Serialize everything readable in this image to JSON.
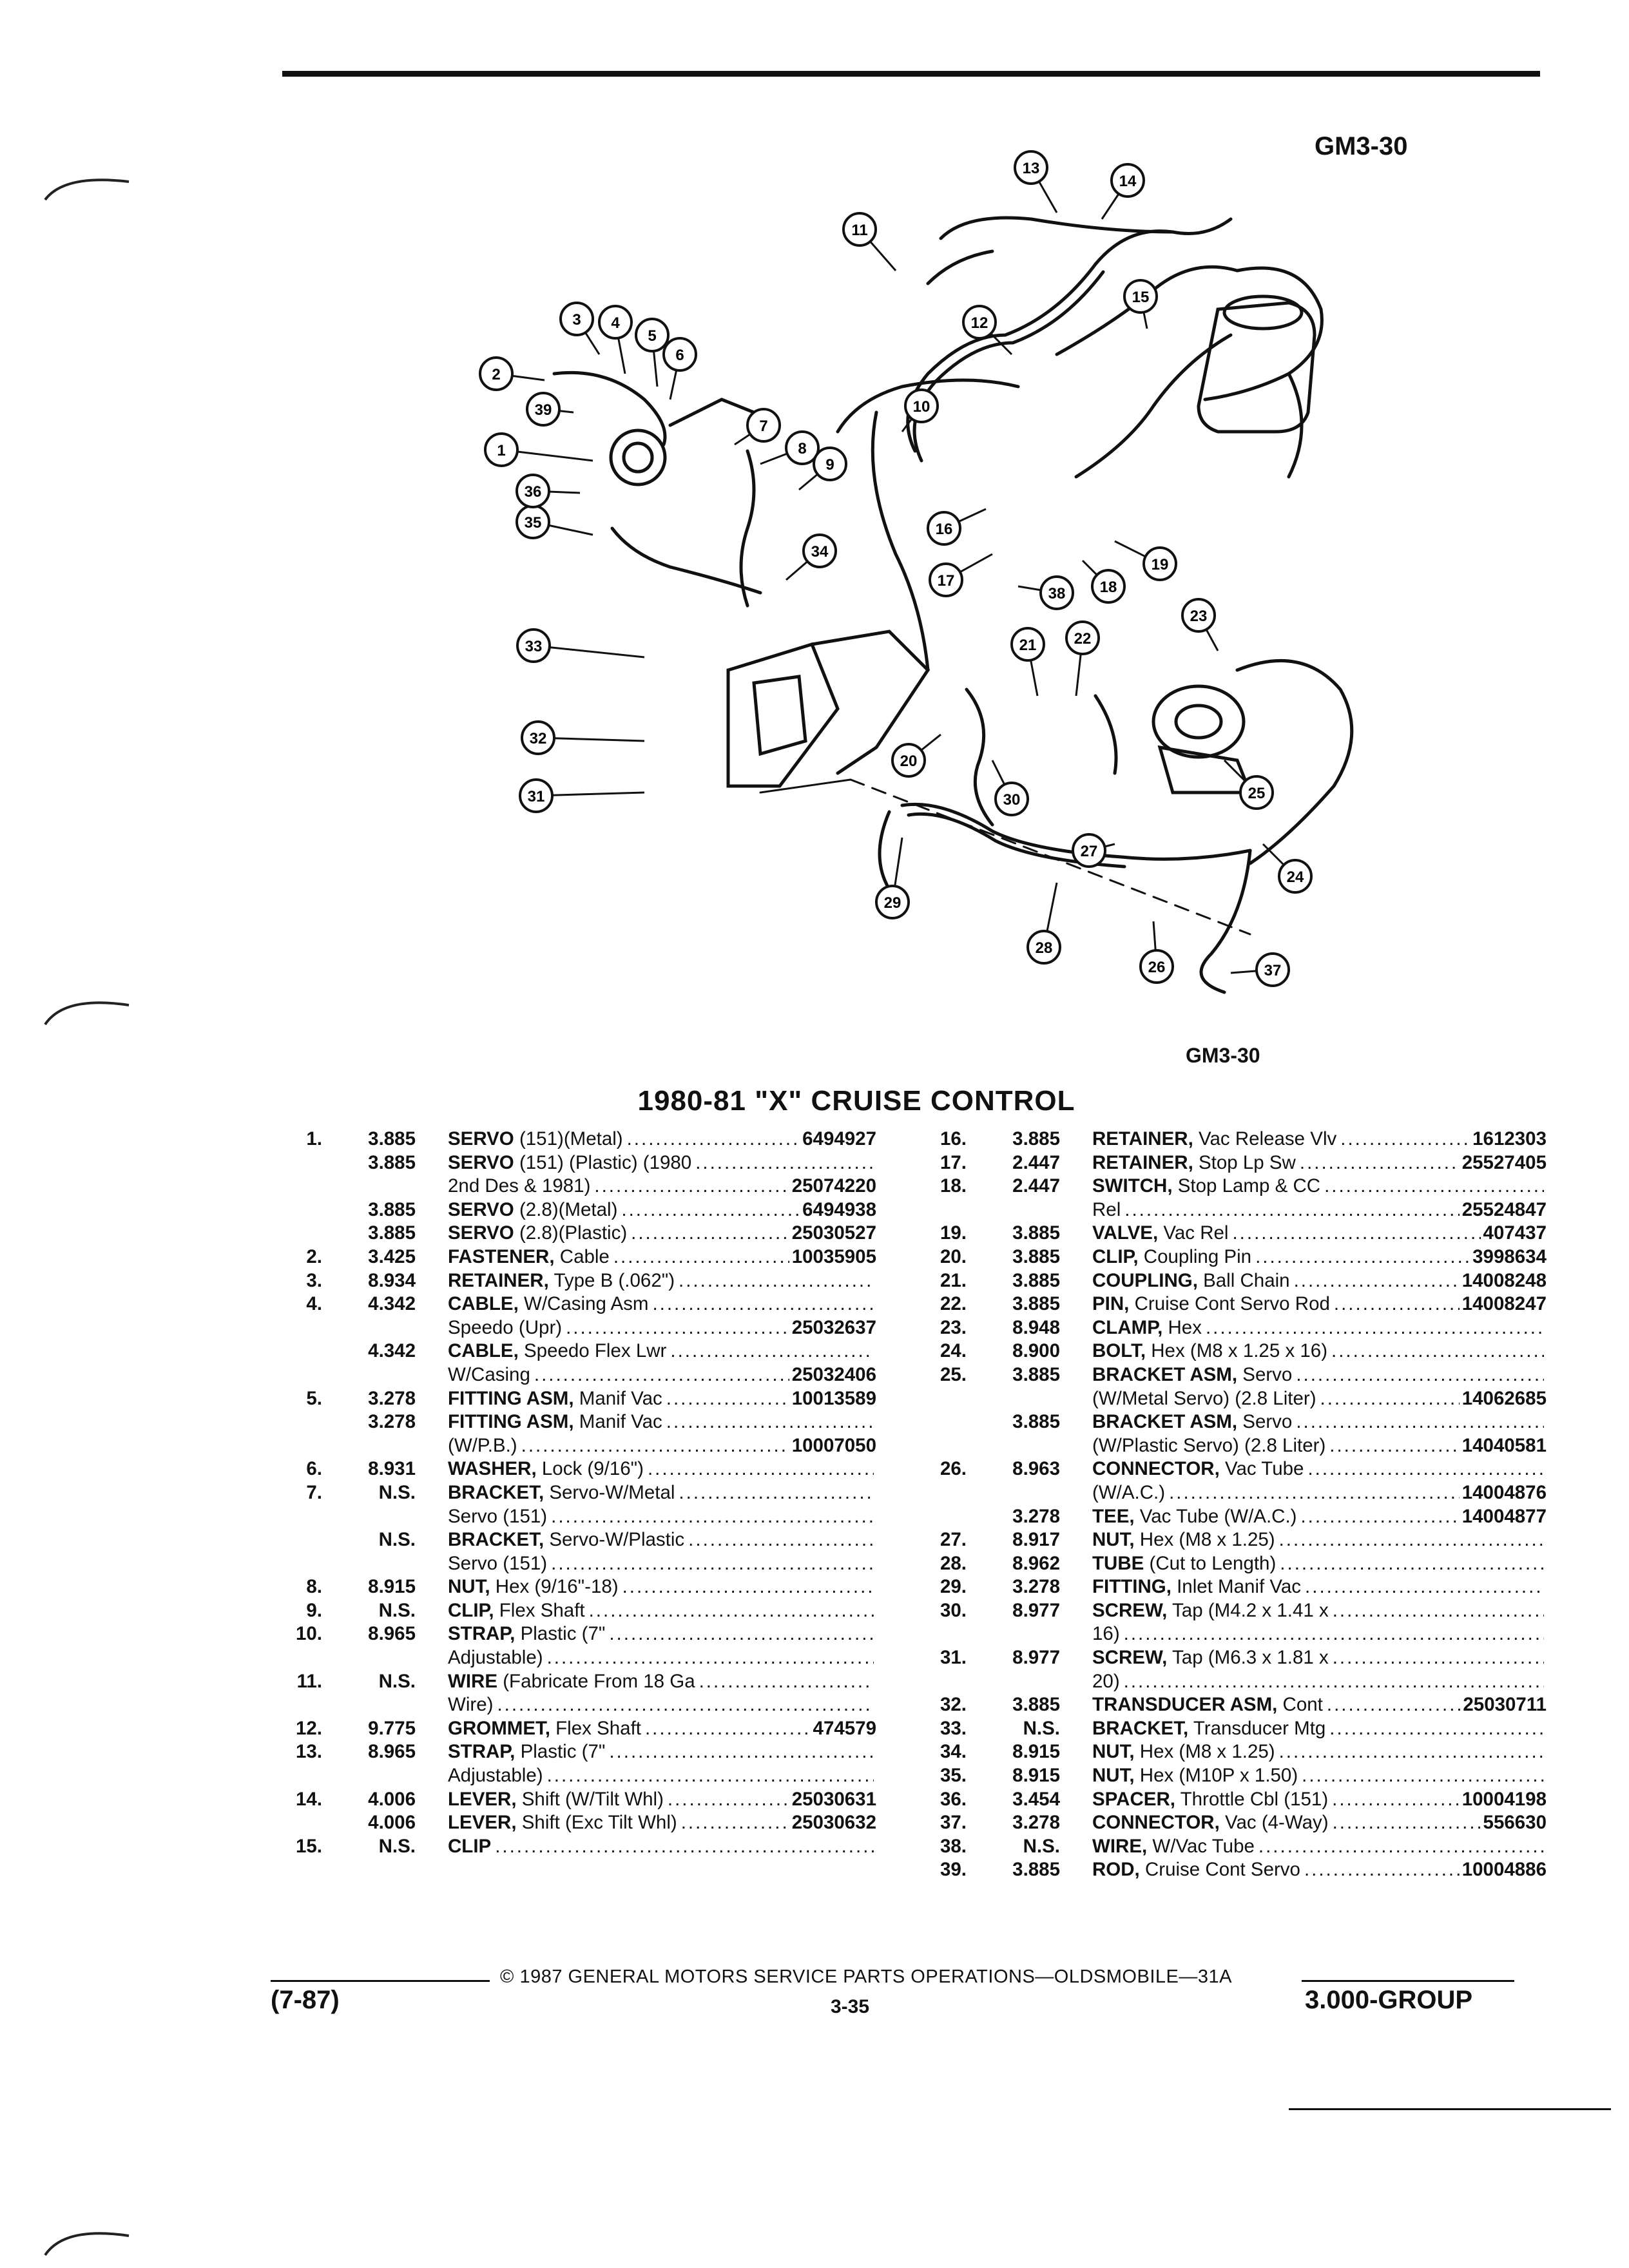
{
  "header": {
    "figure_code": "GM3-30"
  },
  "diagram": {
    "figure_code": "GM3-30",
    "callouts": [
      "1",
      "2",
      "3",
      "4",
      "5",
      "6",
      "7",
      "8",
      "9",
      "10",
      "11",
      "12",
      "13",
      "14",
      "15",
      "16",
      "17",
      "18",
      "19",
      "20",
      "21",
      "22",
      "23",
      "24",
      "25",
      "26",
      "27",
      "28",
      "29",
      "30",
      "31",
      "32",
      "33",
      "34",
      "35",
      "36",
      "37",
      "38",
      "39"
    ]
  },
  "title": "1980-81 \"X\" CRUISE CONTROL",
  "left_rows": [
    {
      "num": "1.",
      "grp": "3.885",
      "name": "SERVO",
      "rest": " (151)(Metal)",
      "pn": "6494927"
    },
    {
      "num": "",
      "grp": "3.885",
      "name": "SERVO",
      "rest": " (151) (Plastic) (1980",
      "pn": ""
    },
    {
      "num": "",
      "grp": "",
      "name": "",
      "rest": "2nd Des & 1981)",
      "pn": "25074220"
    },
    {
      "num": "",
      "grp": "3.885",
      "name": "SERVO",
      "rest": " (2.8)(Metal)",
      "pn": "6494938"
    },
    {
      "num": "",
      "grp": "3.885",
      "name": "SERVO",
      "rest": " (2.8)(Plastic)",
      "pn": "25030527"
    },
    {
      "num": "2.",
      "grp": "3.425",
      "name": "FASTENER,",
      "rest": " Cable",
      "pn": "10035905"
    },
    {
      "num": "3.",
      "grp": "8.934",
      "name": "RETAINER,",
      "rest": " Type B (.062\")",
      "pn": ""
    },
    {
      "num": "4.",
      "grp": "4.342",
      "name": "CABLE,",
      "rest": " W/Casing Asm",
      "pn": ""
    },
    {
      "num": "",
      "grp": "",
      "name": "",
      "rest": "Speedo (Upr)",
      "pn": "25032637"
    },
    {
      "num": "",
      "grp": "4.342",
      "name": "CABLE,",
      "rest": " Speedo Flex Lwr",
      "pn": ""
    },
    {
      "num": "",
      "grp": "",
      "name": "",
      "rest": "W/Casing",
      "pn": "25032406"
    },
    {
      "num": "5.",
      "grp": "3.278",
      "name": "FITTING ASM,",
      "rest": " Manif Vac",
      "pn": "10013589"
    },
    {
      "num": "",
      "grp": "3.278",
      "name": "FITTING ASM,",
      "rest": " Manif Vac",
      "pn": ""
    },
    {
      "num": "",
      "grp": "",
      "name": "",
      "rest": "(W/P.B.)",
      "pn": "10007050"
    },
    {
      "num": "6.",
      "grp": "8.931",
      "name": "WASHER,",
      "rest": " Lock (9/16\")",
      "pn": ""
    },
    {
      "num": "7.",
      "grp": "N.S.",
      "name": "BRACKET,",
      "rest": " Servo-W/Metal",
      "pn": ""
    },
    {
      "num": "",
      "grp": "",
      "name": "",
      "rest": "Servo (151)",
      "pn": ""
    },
    {
      "num": "",
      "grp": "N.S.",
      "name": "BRACKET,",
      "rest": " Servo-W/Plastic",
      "pn": ""
    },
    {
      "num": "",
      "grp": "",
      "name": "",
      "rest": "Servo (151)",
      "pn": ""
    },
    {
      "num": "8.",
      "grp": "8.915",
      "name": "NUT,",
      "rest": " Hex (9/16\"-18)",
      "pn": ""
    },
    {
      "num": "9.",
      "grp": "N.S.",
      "name": "CLIP,",
      "rest": " Flex Shaft",
      "pn": ""
    },
    {
      "num": "10.",
      "grp": "8.965",
      "name": "STRAP,",
      "rest": " Plastic (7\"",
      "pn": ""
    },
    {
      "num": "",
      "grp": "",
      "name": "",
      "rest": "Adjustable)",
      "pn": ""
    },
    {
      "num": "11.",
      "grp": "N.S.",
      "name": "WIRE",
      "rest": " (Fabricate From 18 Ga",
      "pn": ""
    },
    {
      "num": "",
      "grp": "",
      "name": "",
      "rest": "Wire)",
      "pn": ""
    },
    {
      "num": "12.",
      "grp": "9.775",
      "name": "GROMMET,",
      "rest": " Flex Shaft",
      "pn": "474579"
    },
    {
      "num": "13.",
      "grp": "8.965",
      "name": "STRAP,",
      "rest": " Plastic (7\"",
      "pn": ""
    },
    {
      "num": "",
      "grp": "",
      "name": "",
      "rest": "Adjustable)",
      "pn": ""
    },
    {
      "num": "14.",
      "grp": "4.006",
      "name": "LEVER,",
      "rest": " Shift (W/Tilt Whl)",
      "pn": "25030631"
    },
    {
      "num": "",
      "grp": "4.006",
      "name": "LEVER,",
      "rest": " Shift (Exc Tilt Whl)",
      "pn": "25030632"
    },
    {
      "num": "15.",
      "grp": "N.S.",
      "name": "CLIP",
      "rest": "",
      "pn": ""
    }
  ],
  "right_rows": [
    {
      "num": "16.",
      "grp": "3.885",
      "name": "RETAINER,",
      "rest": " Vac Release Vlv",
      "pn": "1612303"
    },
    {
      "num": "17.",
      "grp": "2.447",
      "name": "RETAINER,",
      "rest": " Stop Lp Sw",
      "pn": "25527405"
    },
    {
      "num": "18.",
      "grp": "2.447",
      "name": "SWITCH,",
      "rest": " Stop Lamp & CC",
      "pn": ""
    },
    {
      "num": "",
      "grp": "",
      "name": "",
      "rest": "Rel",
      "pn": "25524847"
    },
    {
      "num": "19.",
      "grp": "3.885",
      "name": "VALVE,",
      "rest": " Vac Rel",
      "pn": "407437"
    },
    {
      "num": "20.",
      "grp": "3.885",
      "name": "CLIP,",
      "rest": " Coupling Pin",
      "pn": "3998634"
    },
    {
      "num": "21.",
      "grp": "3.885",
      "name": "COUPLING,",
      "rest": " Ball Chain",
      "pn": "14008248"
    },
    {
      "num": "22.",
      "grp": "3.885",
      "name": "PIN,",
      "rest": " Cruise Cont Servo Rod",
      "pn": "14008247"
    },
    {
      "num": "23.",
      "grp": "8.948",
      "name": "CLAMP,",
      "rest": " Hex",
      "pn": ""
    },
    {
      "num": "24.",
      "grp": "8.900",
      "name": "BOLT,",
      "rest": " Hex (M8 x 1.25 x 16)",
      "pn": ""
    },
    {
      "num": "25.",
      "grp": "3.885",
      "name": "BRACKET ASM,",
      "rest": " Servo",
      "pn": ""
    },
    {
      "num": "",
      "grp": "",
      "name": "",
      "rest": "(W/Metal Servo) (2.8 Liter)",
      "pn": "14062685"
    },
    {
      "num": "",
      "grp": "3.885",
      "name": "BRACKET ASM,",
      "rest": " Servo",
      "pn": ""
    },
    {
      "num": "",
      "grp": "",
      "name": "",
      "rest": "(W/Plastic Servo) (2.8 Liter)",
      "pn": "14040581"
    },
    {
      "num": "26.",
      "grp": "8.963",
      "name": "CONNECTOR,",
      "rest": " Vac Tube",
      "pn": ""
    },
    {
      "num": "",
      "grp": "",
      "name": "",
      "rest": "(W/A.C.)",
      "pn": "14004876"
    },
    {
      "num": "",
      "grp": "3.278",
      "name": "TEE,",
      "rest": " Vac Tube (W/A.C.)",
      "pn": "14004877"
    },
    {
      "num": "27.",
      "grp": "8.917",
      "name": "NUT,",
      "rest": " Hex (M8 x 1.25)",
      "pn": ""
    },
    {
      "num": "28.",
      "grp": "8.962",
      "name": "TUBE",
      "rest": " (Cut to Length)",
      "pn": ""
    },
    {
      "num": "29.",
      "grp": "3.278",
      "name": "FITTING,",
      "rest": " Inlet Manif Vac",
      "pn": ""
    },
    {
      "num": "30.",
      "grp": "8.977",
      "name": "SCREW,",
      "rest": " Tap (M4.2 x 1.41 x",
      "pn": ""
    },
    {
      "num": "",
      "grp": "",
      "name": "",
      "rest": "16)",
      "pn": ""
    },
    {
      "num": "31.",
      "grp": "8.977",
      "name": "SCREW,",
      "rest": " Tap (M6.3 x 1.81 x",
      "pn": ""
    },
    {
      "num": "",
      "grp": "",
      "name": "",
      "rest": "20)",
      "pn": ""
    },
    {
      "num": "32.",
      "grp": "3.885",
      "name": "TRANSDUCER ASM,",
      "rest": " Cont",
      "pn": "25030711"
    },
    {
      "num": "33.",
      "grp": "N.S.",
      "name": "BRACKET,",
      "rest": " Transducer Mtg",
      "pn": ""
    },
    {
      "num": "34.",
      "grp": "8.915",
      "name": "NUT,",
      "rest": " Hex (M8 x 1.25)",
      "pn": ""
    },
    {
      "num": "35.",
      "grp": "8.915",
      "name": "NUT,",
      "rest": " Hex (M10P x 1.50)",
      "pn": ""
    },
    {
      "num": "36.",
      "grp": "3.454",
      "name": "SPACER,",
      "rest": " Throttle Cbl (151)",
      "pn": "10004198"
    },
    {
      "num": "37.",
      "grp": "3.278",
      "name": "CONNECTOR,",
      "rest": " Vac (4-Way)",
      "pn": "556630"
    },
    {
      "num": "38.",
      "grp": "N.S.",
      "name": "WIRE,",
      "rest": " W/Vac Tube",
      "pn": ""
    },
    {
      "num": "39.",
      "grp": "3.885",
      "name": "ROD,",
      "rest": " Cruise Cont Servo",
      "pn": "10004886"
    }
  ],
  "footer": {
    "copyright": "© 1987 GENERAL MOTORS SERVICE PARTS OPERATIONS—OLDSMOBILE—31A",
    "date_code": "(7-87)",
    "page_number": "3-35",
    "group": "3.000-GROUP"
  }
}
